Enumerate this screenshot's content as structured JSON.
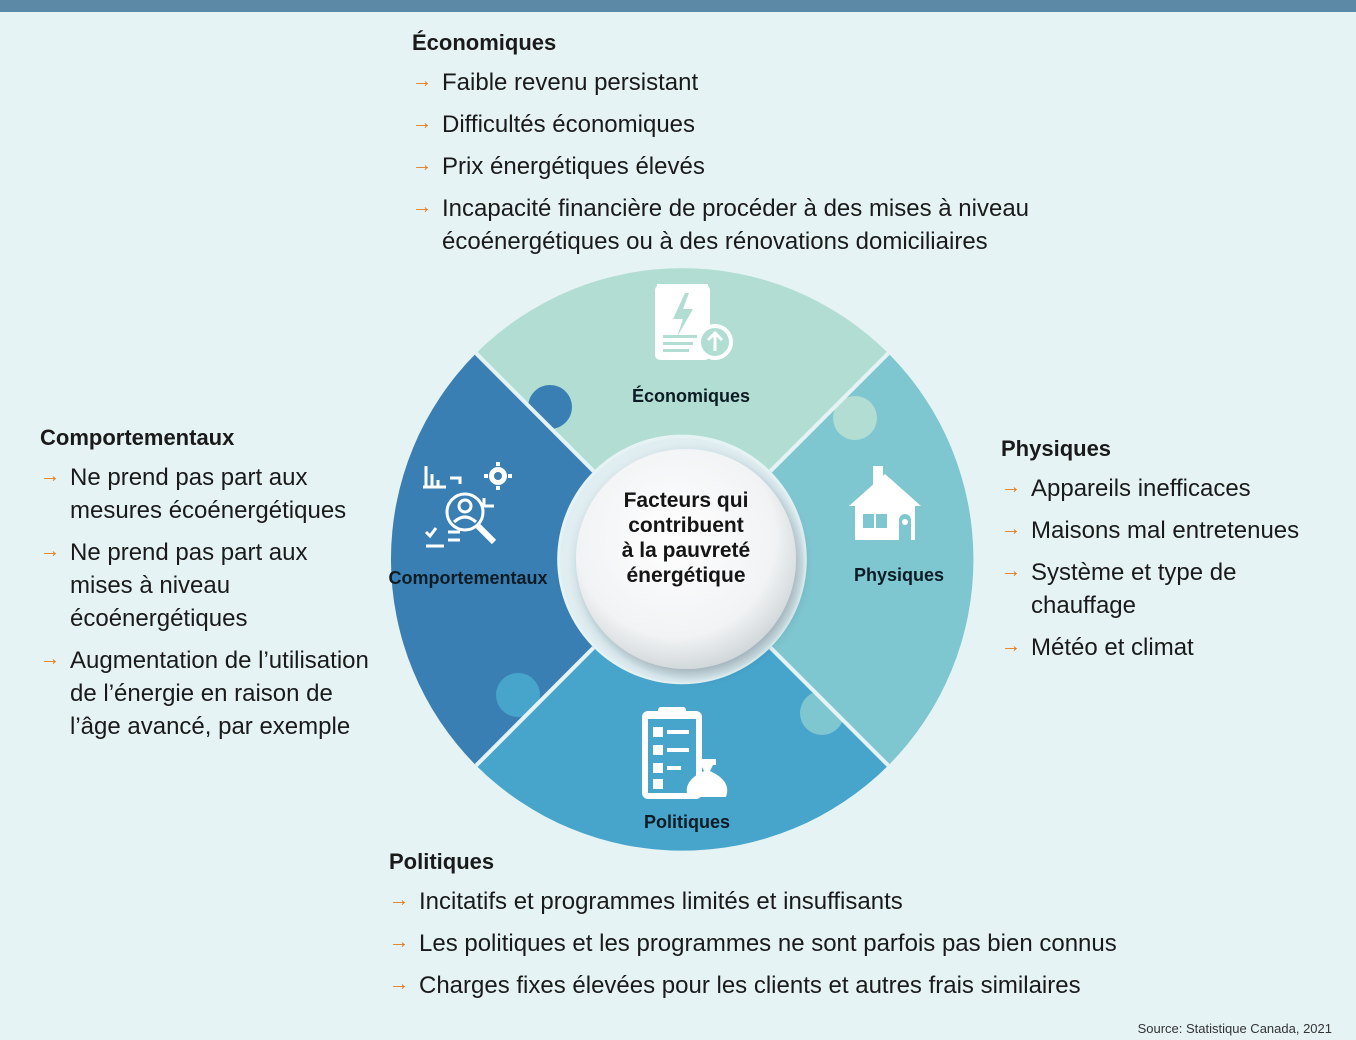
{
  "categories": {
    "economiques": {
      "title": "Économiques",
      "items": [
        "Faible revenu persistant",
        "Difficultés économiques",
        "Prix énergétiques élevés",
        "Incapacité financière de procéder à des mises à niveau écoénergétiques ou à des rénovations domiciliaires"
      ]
    },
    "comportementaux": {
      "title": "Comportementaux",
      "items": [
        "Ne prend pas part aux mesures écoénergétiques",
        "Ne prend pas part aux mises à niveau écoénergétiques",
        "Augmentation de l’utilisation de l’énergie en raison de l’âge avancé, par exemple"
      ]
    },
    "physiques": {
      "title": "Physiques",
      "items": [
        "Appareils inefficaces",
        "Maisons mal entretenues",
        "Système et type de chauffage",
        "Météo et climat"
      ]
    },
    "politiques": {
      "title": "Politiques",
      "items": [
        "Incitatifs et programmes limités et insuffisants",
        "Les politiques et les programmes ne sont parfois pas bien connus",
        "Charges fixes élevées pour les clients et autres frais similaires"
      ]
    }
  },
  "diagram": {
    "segment_labels": {
      "top": "Économiques",
      "left": "Comportementaux",
      "right": "Physiques",
      "bottom": "Politiques"
    },
    "center_lines": [
      "Facteurs qui",
      "contribuent",
      "à la pauvreté",
      "énergétique"
    ],
    "colors": {
      "top": "#b1ddd2",
      "right": "#7ec6d0",
      "bottom": "#47a5cc",
      "left": "#3a7fb4",
      "arrow": "#e27a1f",
      "topbar": "#5b89a6",
      "background": "#e6f3f5"
    },
    "icons": [
      "energy-bill-icon",
      "analysis-icon",
      "house-icon",
      "policy-clipboard-icon"
    ]
  },
  "source": "Source: Statistique Canada, 2021"
}
